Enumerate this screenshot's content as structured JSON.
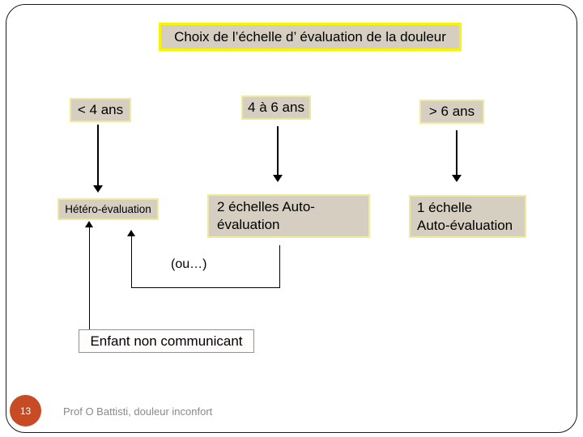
{
  "title": "Choix de l’échelle d’ évaluation de la douleur",
  "flowchart": {
    "age_boxes": [
      {
        "label": "< 4 ans"
      },
      {
        "label": "4 à 6 ans"
      },
      {
        "label": "> 6 ans"
      }
    ],
    "results": {
      "hetero": {
        "label": "Hétéro-évaluation"
      },
      "auto2": {
        "line1": "2 échelles Auto-",
        "line2": "évaluation"
      },
      "auto1": {
        "line1": "1 échelle",
        "line2": "Auto-évaluation"
      }
    },
    "or_label": "(ou…)",
    "non_communicating": {
      "label": "Enfant non communicant"
    }
  },
  "footer": {
    "page_number": "13",
    "credit": "Prof O Battisti, douleur inconfort"
  },
  "colors": {
    "box_fill": "#d6cfc1",
    "title_border": "#f7f500",
    "box_border": "#eeeb9e",
    "enfant_border": "#c8805f",
    "page_circle_fill": "#c74b24",
    "footer_text": "#898989"
  }
}
